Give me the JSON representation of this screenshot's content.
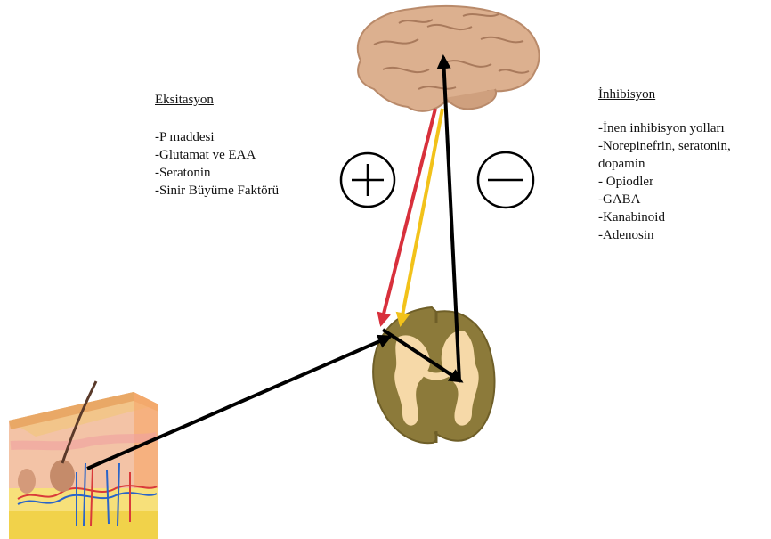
{
  "excitation": {
    "heading": "Eksitasyon",
    "items": [
      "-P maddesi",
      "-Glutamat ve EAA",
      "-Seratonin",
      "-Sinir Büyüme Faktörü"
    ]
  },
  "inhibition": {
    "heading": "İnhibisyon",
    "items": [
      "-İnen inhibisyon yolları",
      "-Norepinefrin, seratonin,",
      "dopamin",
      "- Opiodler",
      "-GABA",
      "-Kanabinoid",
      "-Adenosin"
    ]
  },
  "symbols": {
    "plus": "plus-sign-icon",
    "minus": "minus-sign-icon"
  },
  "colors": {
    "arrow_black": "#000000",
    "arrow_red": "#d8303c",
    "arrow_yellow": "#f2c21a",
    "cord_white_matter": "#8c7a3a",
    "cord_gray_matter": "#f6d9a8",
    "brain": "#dcb08f",
    "skin": "#f3c3a6"
  }
}
